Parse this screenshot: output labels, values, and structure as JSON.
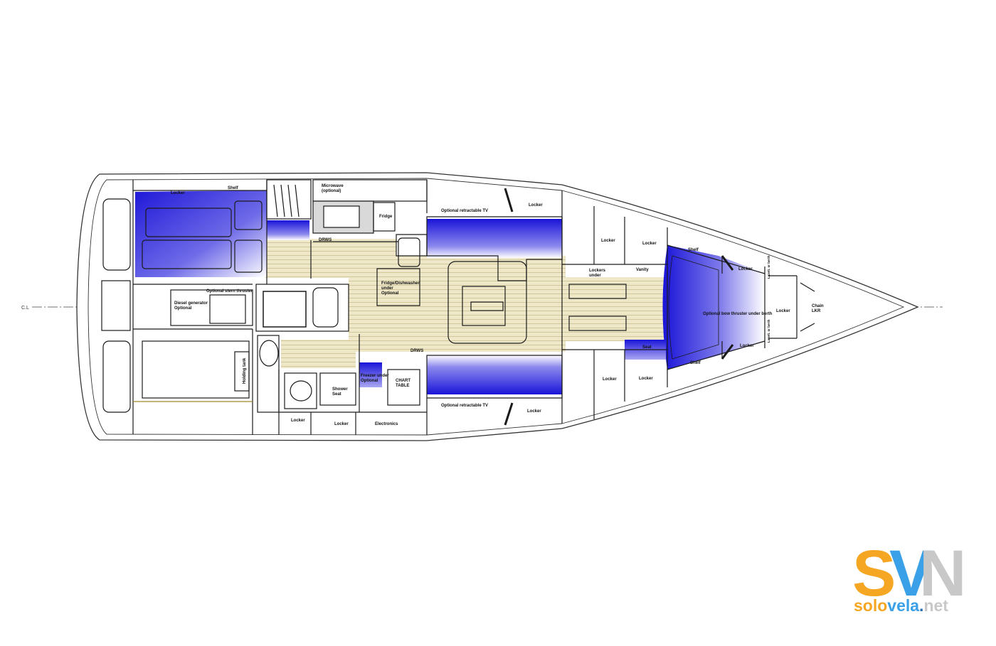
{
  "centerline_label": "C.L",
  "labels": {
    "locker_aft_port": "Locker",
    "shelf_aft_port": "Shelf",
    "microwave": "Microwave\n(optional)",
    "fridge": "Fridge",
    "tv_port": "Optional retractable TV",
    "locker_port_mid": "Locker",
    "drws_galley": "DRWS",
    "fridge_dishwasher": "Fridge/Dishwasher\nunder\nOptional",
    "diesel_generator": "Diesel generator\nOptional",
    "stern_thruster": "Optional stern thruster",
    "holding_tank": "Holding tank",
    "shower_seat": "Shower\nSeat",
    "freezer": "Freezer under\nOptional",
    "drws_nav": "DRWS",
    "chart_table": "CHART\nTABLE",
    "electronics": "Electronics",
    "locker_head_1": "Locker",
    "locker_head_2": "Locker",
    "tv_stbd": "Optional retractable TV",
    "locker_stbd_mid": "Locker",
    "locker_fwd_p1": "Locker",
    "locker_fwd_p2": "Locker",
    "lockers_under": "Lockers\nunder",
    "vanity": "Vanity",
    "shelf_fwd_port": "Shelf",
    "locker_fwd_p3": "Locker",
    "bow_thruster": "Optional bow thruster under berth",
    "seat_fwd": "Seat",
    "locker_fwd_s3": "Locker",
    "shelf_fwd_stbd": "Shelf",
    "locker_fwd_s1": "Locker",
    "locker_fwd_s2": "Locker",
    "locker_bow": "Locker",
    "chain_lkr": "Chain\nLKR",
    "lazy_bag_p": "Lazett. or berth",
    "lazy_bag_s": "Lazett. or berth"
  },
  "logo": {
    "letters": [
      "S",
      "V",
      "N"
    ],
    "wordmark": [
      "solo",
      "vela",
      ".",
      "net"
    ],
    "colors": {
      "orange": "#f5a623",
      "blue": "#3aa0e8",
      "grey": "#c8c8c8",
      "dark_blue": "#1f6fb2"
    }
  },
  "colors": {
    "cabin_blue": "#1a14d8",
    "floor": "#efe8c8",
    "floor_line": "#c9bd8c",
    "line": "#222222",
    "hull": "#333333"
  }
}
